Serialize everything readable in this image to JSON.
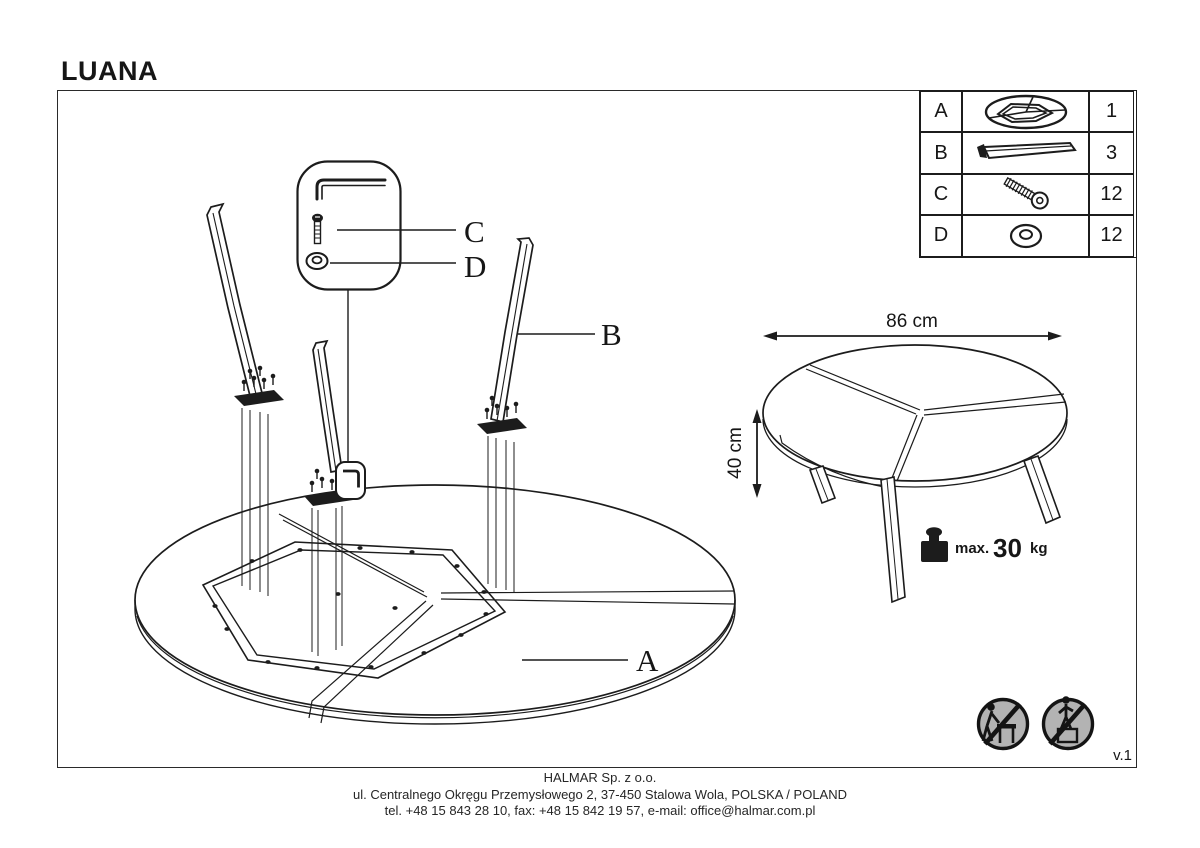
{
  "title": "LUANA",
  "version": "v.1",
  "parts_table": {
    "rows": [
      {
        "letter": "A",
        "icon": "tabletop",
        "qty": "1"
      },
      {
        "letter": "B",
        "icon": "leg",
        "qty": "3"
      },
      {
        "letter": "C",
        "icon": "screw",
        "qty": "12"
      },
      {
        "letter": "D",
        "icon": "washer",
        "qty": "12"
      }
    ]
  },
  "diagram_labels": {
    "a": "A",
    "b": "B",
    "c": "C",
    "d": "D"
  },
  "dimensions": {
    "width": "86 cm",
    "height": "40 cm"
  },
  "weight_limit": {
    "label": "max.",
    "value": "30",
    "unit": "kg"
  },
  "footer": {
    "company": "HALMAR Sp. z o.o.",
    "address": "ul. Centralnego Okręgu Przemysłowego 2, 37-450 Stalowa Wola, POLSKA / POLAND",
    "contact": "tel. +48 15 843 28 10, fax: +48 15 842 19 57, e-mail: office@halmar.com.pl"
  },
  "colors": {
    "line": "#1c1c1c",
    "prohibition_fill": "#b3b3b3"
  }
}
